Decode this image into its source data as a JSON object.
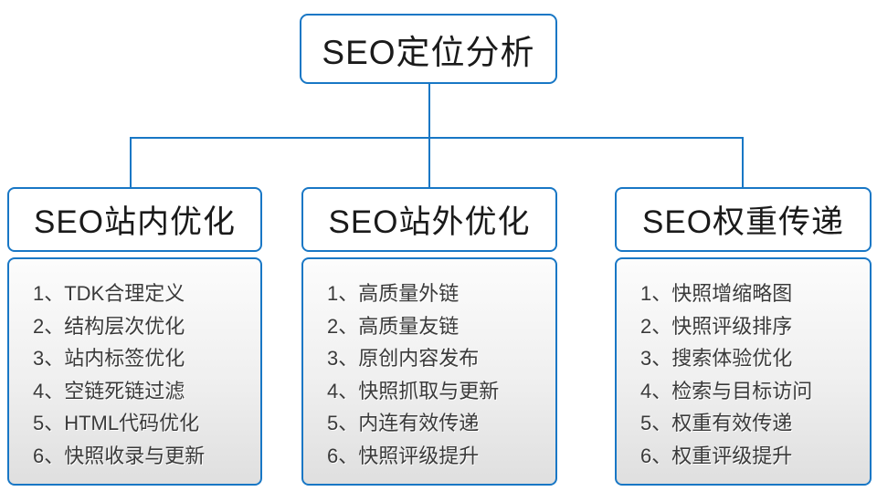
{
  "root": {
    "title": "SEO定位分析"
  },
  "columns": [
    {
      "title": "SEO站内优化",
      "items": [
        "1、TDK合理定义",
        "2、结构层次优化",
        "3、站内标签优化",
        "4、空链死链过滤",
        "5、HTML代码优化",
        "6、快照收录与更新"
      ]
    },
    {
      "title": "SEO站外优化",
      "items": [
        "1、高质量外链",
        "2、高质量友链",
        "3、原创内容发布",
        "4、快照抓取与更新",
        "5、内连有效传递",
        "6、快照评级提升"
      ]
    },
    {
      "title": "SEO权重传递",
      "items": [
        "1、快照增缩略图",
        "2、快照评级排序",
        "3、搜索体验优化",
        "4、检索与目标访问",
        "5、权重有效传递",
        "6、权重评级提升"
      ]
    }
  ],
  "colors": {
    "border_blue": "#1877c5",
    "body_gradient_top": "#fcfcfc",
    "body_gradient_bottom": "#dfdfdf",
    "text_dark": "#1a1a1a",
    "text_list": "#3a3a3a"
  }
}
